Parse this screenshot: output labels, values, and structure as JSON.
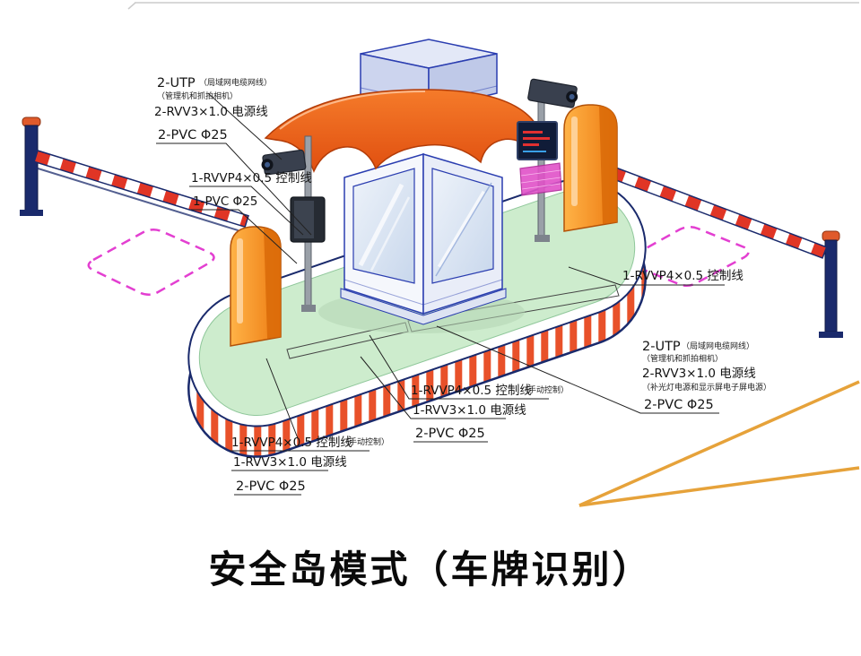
{
  "title": "安全岛模式（车牌识别）",
  "colors": {
    "island_green": "#cdeccd",
    "stripe_red": "#e8512a",
    "navy": "#1a2a6c",
    "cabinet_orange": "#f7941d",
    "canopy_orange": "#f26522",
    "loop_magenta": "#e33fd1",
    "road_yellow": "#e6a23a"
  },
  "labels": {
    "top_left": {
      "utp": "2-UTP",
      "utp_note": "（局域网电缆网线）",
      "note": "（管理机和抓拍相机）",
      "power": "2-RVV3×1.0 电源线",
      "conduit": "2-PVC Φ25"
    },
    "left_mid": {
      "control": "1-RVVP4×0.5 控制线",
      "conduit": "1-PVC Φ25"
    },
    "right_mid": {
      "control": "1-RVVP4×0.5 控制线"
    },
    "bottom_right": {
      "utp": "2-UTP",
      "utp_note": "（局域网电缆网线）",
      "note": "（管理机和抓拍相机）",
      "power": "2-RVV3×1.0 电源线",
      "power_note": "（补光灯电源和显示屏电子屏电源）",
      "conduit": "2-PVC Φ25"
    },
    "center_bottom": {
      "control": "1-RVVP4×0.5 控制线",
      "control_note": "（手动控制）",
      "power": "1-RVV3×1.0 电源线",
      "conduit": "2-PVC Φ25"
    },
    "left_bottom": {
      "control": "1-RVVP4×0.5 控制线",
      "control_note": "（手动控制）",
      "power": "1-RVV3×1.0 电源线",
      "conduit": "2-PVC Φ25"
    }
  }
}
